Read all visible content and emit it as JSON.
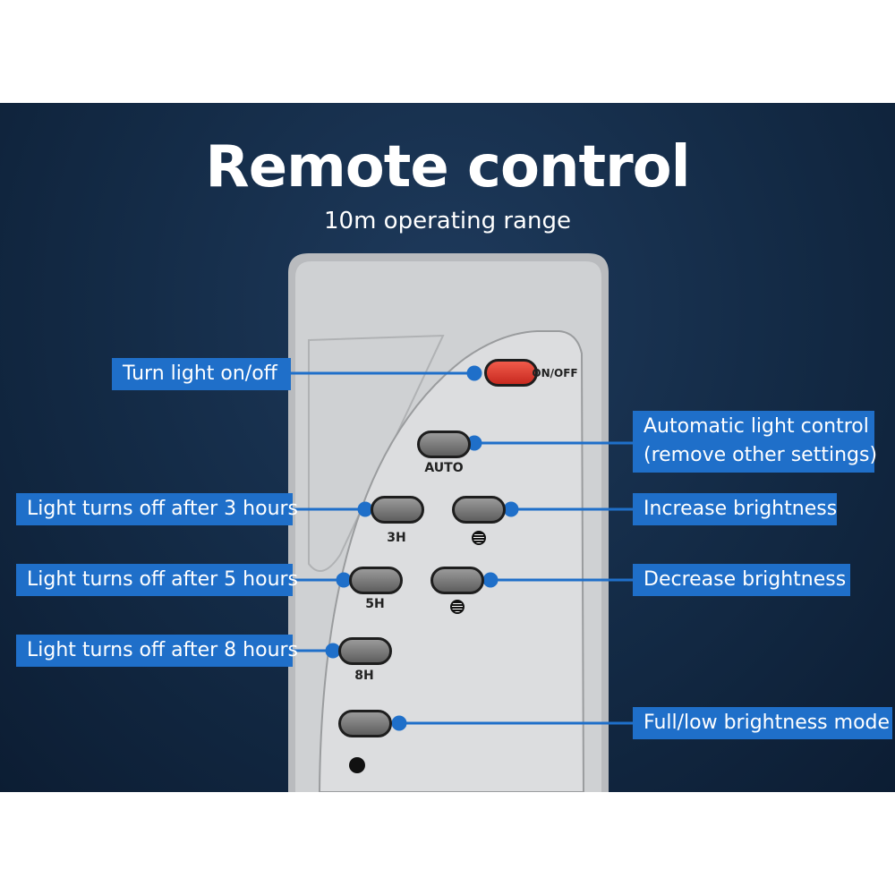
{
  "header": {
    "title": "Remote control",
    "subtitle": "10m operating range"
  },
  "buttons": {
    "on_off": "ON/OFF",
    "auto": "AUTO",
    "h3": "3H",
    "h5": "5H",
    "h8": "8H"
  },
  "icons": [
    "brightness-up-icon",
    "brightness-down-icon"
  ],
  "callouts": {
    "on_off": "Turn light on/off",
    "auto_1": "Automatic light control",
    "auto_2": "(remove other settings)",
    "increase": "Increase brightness",
    "decrease": "Decrease brightness",
    "h3": "Light turns off after 3 hours",
    "h5": "Light turns off after 5 hours",
    "h8": "Light turns off after 8 hours",
    "mode": "Full/low brightness mode"
  },
  "colors": {
    "accent": "#1f6fc9",
    "background": "#132a45",
    "power": "#e0392c"
  }
}
